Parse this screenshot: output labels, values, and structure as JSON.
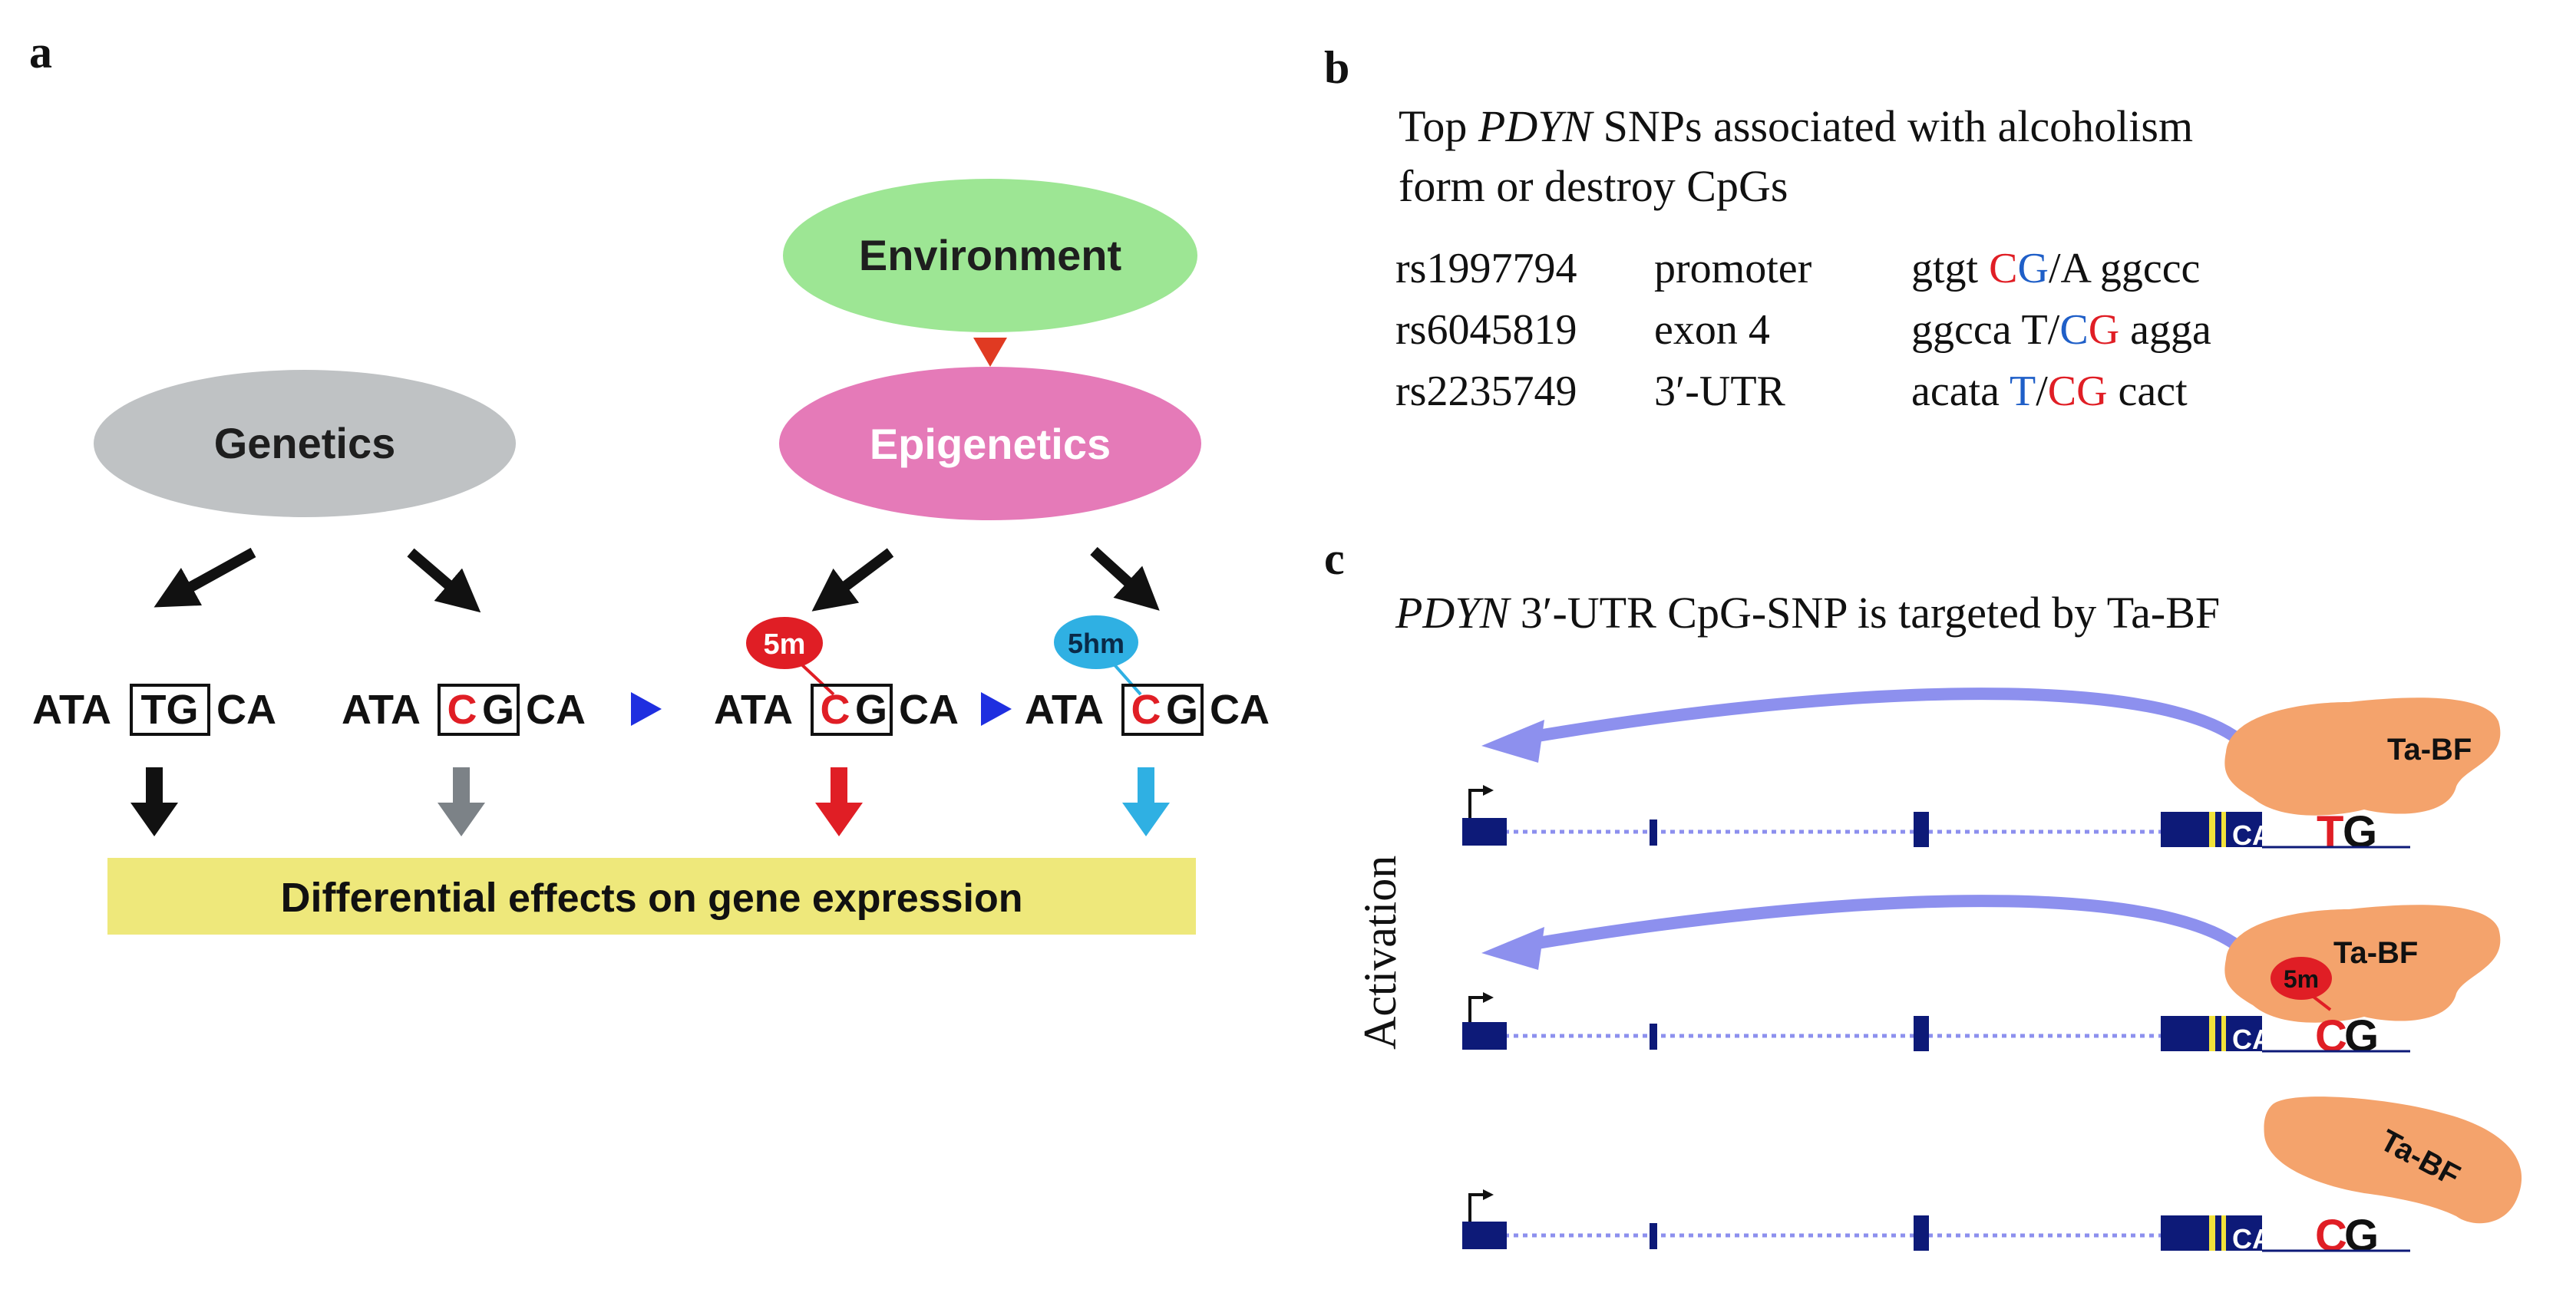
{
  "panel_a": {
    "label": "a",
    "environment": "Environment",
    "genetics": "Genetics",
    "epigenetics": "Epigenetics",
    "seq1": {
      "left": "ATA",
      "box": "TG",
      "right": "CA"
    },
    "seq2": {
      "left": "ATA",
      "box_c": "C",
      "box_g": "G",
      "right": "CA"
    },
    "seq3": {
      "left": "ATA",
      "box_c": "C",
      "box_g": "G",
      "right": "CA",
      "mark": "5m"
    },
    "seq4": {
      "left": "ATA",
      "box_c": "C",
      "box_g": "G",
      "right": "CA",
      "mark": "5hm"
    },
    "effects_bold": "Differential",
    "effects_rest": " effects on gene expression",
    "colors": {
      "environment": "#9de694",
      "genetics": "#bfc2c4",
      "epigenetics": "#e57ab8",
      "effects_bar": "#eee87b",
      "cpg_red": "#e01e25",
      "hm_blue": "#2fb0e3",
      "grey_arrow": "#7c8287",
      "tri_red": "#e03a22",
      "tri_blue": "#1f2fe0"
    }
  },
  "panel_b": {
    "label": "b",
    "title_pre": "Top ",
    "title_gene": "PDYN",
    "title_post": " SNPs associated with alcoholism",
    "title_line2": "form or destroy CpGs",
    "rows": [
      {
        "snp": "rs1997794",
        "region": "promoter",
        "seq_pre": "gtgt ",
        "seq_c": "C",
        "seq_g": "G",
        "seq_post": "/A ggccc"
      },
      {
        "snp": "rs6045819",
        "region": "exon 4",
        "seq_pre": "ggcca T/",
        "seq_c": "C",
        "seq_g": "G",
        "seq_post": " agga"
      },
      {
        "snp": "rs2235749",
        "region": "3′-UTR",
        "seq_pre": "acata ",
        "seq_t": "T",
        "seq_slash": "/",
        "seq_cg": "CG",
        "seq_post": " cact"
      }
    ],
    "colors": {
      "red": "#e01e25",
      "blue": "#1f5fc8"
    }
  },
  "panel_c": {
    "label": "c",
    "title_gene": "PDYN",
    "title_rest": " 3′-UTR CpG-SNP is targeted by Ta-BF",
    "side_label": "Activation",
    "factor": "Ta-BF",
    "seq_prefix": "CATA",
    "rows": [
      {
        "variant": "T",
        "second": "G",
        "mark": "",
        "activation": true
      },
      {
        "variant": "C",
        "second": "G",
        "mark": "5m",
        "activation": true
      },
      {
        "variant": "C",
        "second": "G",
        "mark": "",
        "activation": false
      }
    ],
    "colors": {
      "gene": "#0d1a78",
      "factor": "#f4a36c",
      "arc": "#8d90ee",
      "yellow": "#f2e23a"
    }
  }
}
